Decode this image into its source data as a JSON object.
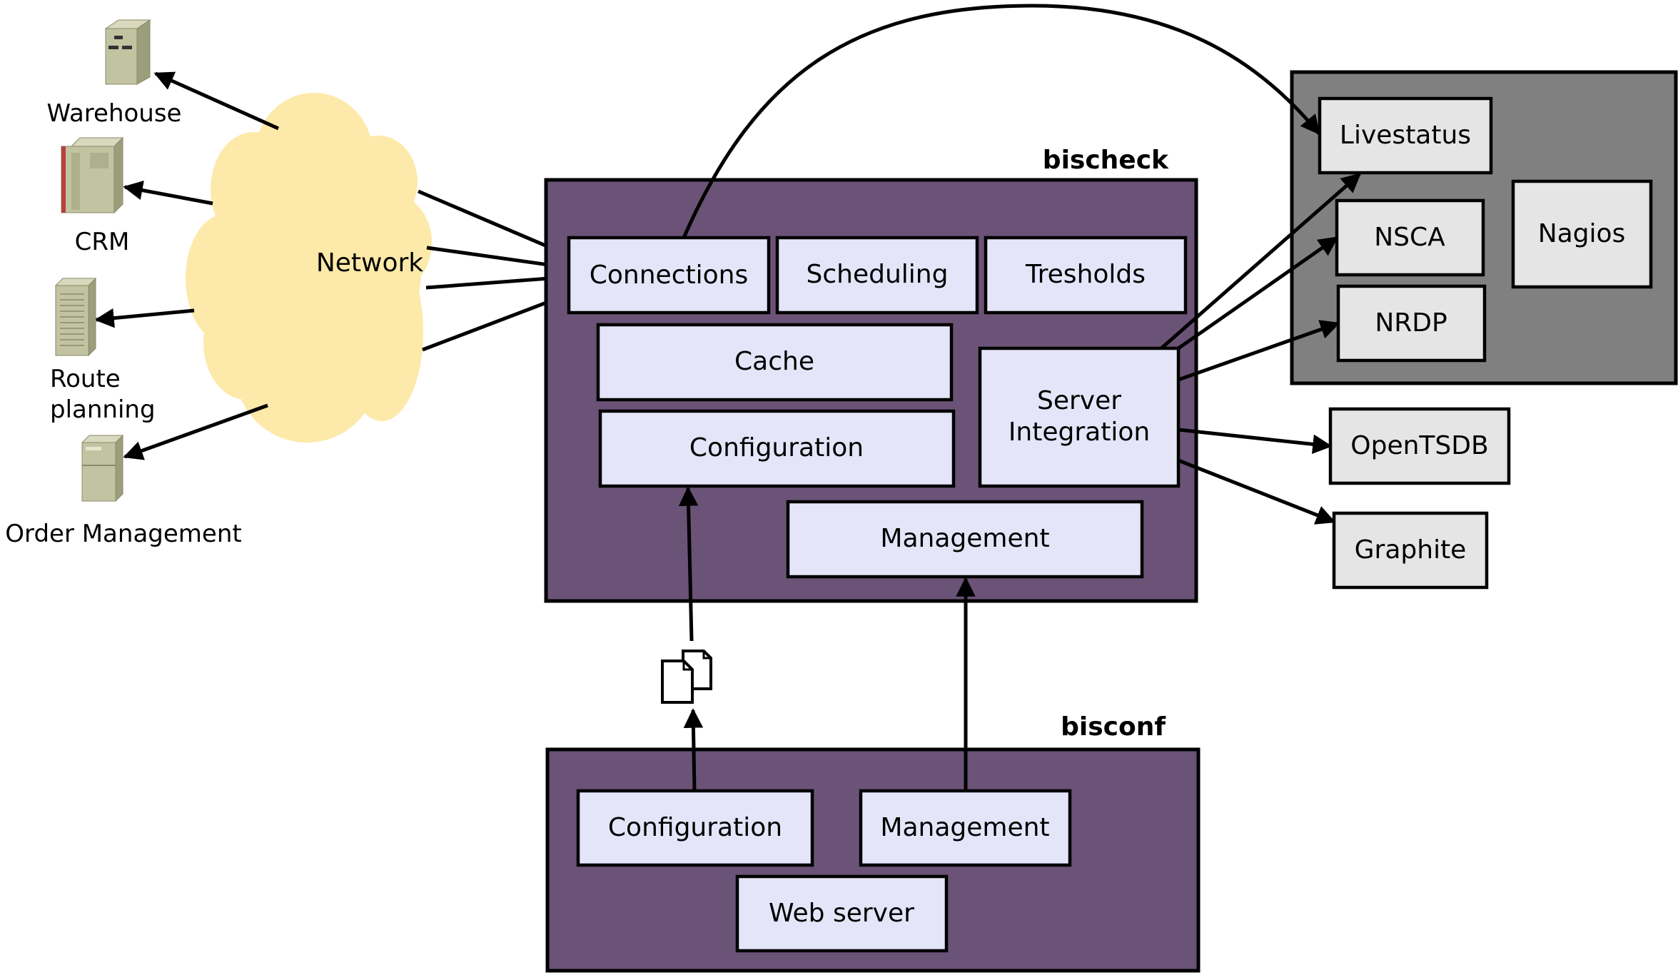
{
  "colors": {
    "container": "#6a5376",
    "component": "#e5e5f9",
    "nagios_container": "#808080",
    "nagios_component": "#e5e5e5",
    "cloud": "#fde9a9",
    "server": "#c2c3a0",
    "line": "#000000"
  },
  "network": {
    "label": "Network"
  },
  "systems": [
    {
      "id": "warehouse",
      "label": "Warehouse",
      "icon": "server-tower-icon"
    },
    {
      "id": "crm",
      "label": "CRM",
      "icon": "server-cluster-icon"
    },
    {
      "id": "route",
      "label": "Route",
      "label2": "planning",
      "icon": "server-rack-icon"
    },
    {
      "id": "order",
      "label": "Order Management",
      "icon": "server-cabinet-icon"
    }
  ],
  "bischeck": {
    "title": "bischeck",
    "components": {
      "connections": "Connections",
      "scheduling": "Scheduling",
      "tresholds": "Tresholds",
      "cache": "Cache",
      "configuration": "Configuration",
      "server_integration": [
        "Server",
        "Integration"
      ],
      "management": "Management"
    }
  },
  "bisconf": {
    "title": "bisconf",
    "components": {
      "configuration": "Configuration",
      "management": "Management",
      "web_server": "Web server"
    }
  },
  "nagios_group": {
    "nagios": "Nagios",
    "livestatus": "Livestatus",
    "nsca": "NSCA",
    "nrdp": "NRDP"
  },
  "outputs": {
    "opentsdb": "OpenTSDB",
    "graphite": "Graphite"
  },
  "config_files_icon": "documents-icon"
}
